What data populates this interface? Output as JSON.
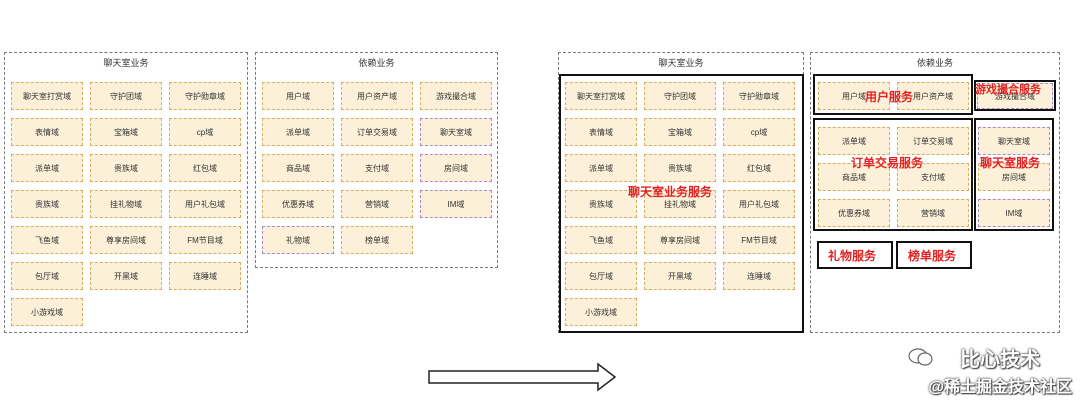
{
  "left": {
    "chat_panel": {
      "title": "聊天室业务",
      "domains": [
        "聊天室打赏域",
        "守护团域",
        "守护勋章域",
        "表情域",
        "宝箱域",
        "cp域",
        "派单域",
        "贵族域",
        "红包域",
        "贵族域",
        "挂礼物域",
        "用户礼包域",
        "飞鱼域",
        "尊享房间域",
        "FM节目域",
        "包厅域",
        "开黑域",
        "连睡域",
        "小游戏域"
      ]
    },
    "dep_panel": {
      "title": "依赖业务",
      "domains": [
        "用户域",
        "用户资产域",
        "游戏撮合域",
        "派单域",
        "订单交易域",
        "聊天室域",
        "商品域",
        "支付域",
        "房间域",
        "优惠券域",
        "营销域",
        "IM域",
        "礼物域",
        "榜单域"
      ]
    }
  },
  "right": {
    "chat_panel": {
      "title": "聊天室业务",
      "service_label": "聊天室业务服务",
      "domains": [
        "聊天室打赏域",
        "守护团域",
        "守护勋章域",
        "表情域",
        "宝箱域",
        "cp域",
        "派单域",
        "贵族域",
        "红包域",
        "贵族域",
        "挂礼物域",
        "用户礼包域",
        "飞鱼域",
        "尊享房间域",
        "FM节目域",
        "包厅域",
        "开黑域",
        "连睡域",
        "小游戏域"
      ]
    },
    "dep_panel": {
      "title": "依赖业务",
      "user_service": {
        "label": "用户服务",
        "domains": [
          "用户域",
          "用户资产域"
        ]
      },
      "game_service": {
        "label": "游戏撮合服务",
        "domains": [
          "游戏撮合域"
        ]
      },
      "order_service": {
        "label": "订单交易服务",
        "domains": [
          "派单域",
          "订单交易域",
          "商品域",
          "支付域",
          "优惠券域",
          "营销域"
        ]
      },
      "chatroom_service": {
        "label": "聊天室服务",
        "domains": [
          "聊天室域",
          "房间域",
          "IM域"
        ]
      },
      "gift_service": {
        "label": "礼物服务"
      },
      "rank_service": {
        "label": "榜单服务"
      }
    }
  },
  "watermark": {
    "line1": "比心技术",
    "line2": "@稀土掘金技术社区"
  },
  "colors": {
    "box_fill": "#fdf0d8",
    "box_border": "#d9ad62",
    "box_border_alt": "#a58ac9",
    "service_label": "#e02424",
    "group_border": "#111111"
  }
}
